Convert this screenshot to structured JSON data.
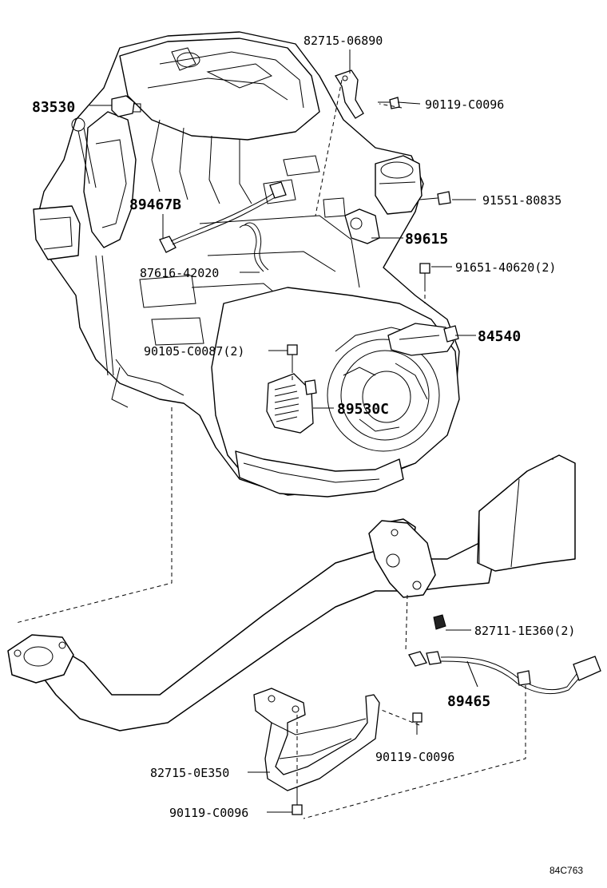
{
  "labels": {
    "p82715_06890": "82715-06890",
    "p90119_c0096_top": "90119-C0096",
    "p83530": "83530",
    "p89467b": "89467B",
    "p91551_80835": "91551-80835",
    "p89615": "89615",
    "p87616_42020": "87616-42020",
    "p91651_40620": "91651-40620(2)",
    "p84540": "84540",
    "p90105_c0087": "90105-C0087(2)",
    "p89530c": "89530C",
    "p82711_1e360": "82711-1E360(2)",
    "p89465": "89465",
    "p90119_c0096_mid": "90119-C0096",
    "p82715_0e350": "82715-0E350",
    "p90119_c0096_bot": "90119-C0096"
  },
  "reference_code": "84C763"
}
